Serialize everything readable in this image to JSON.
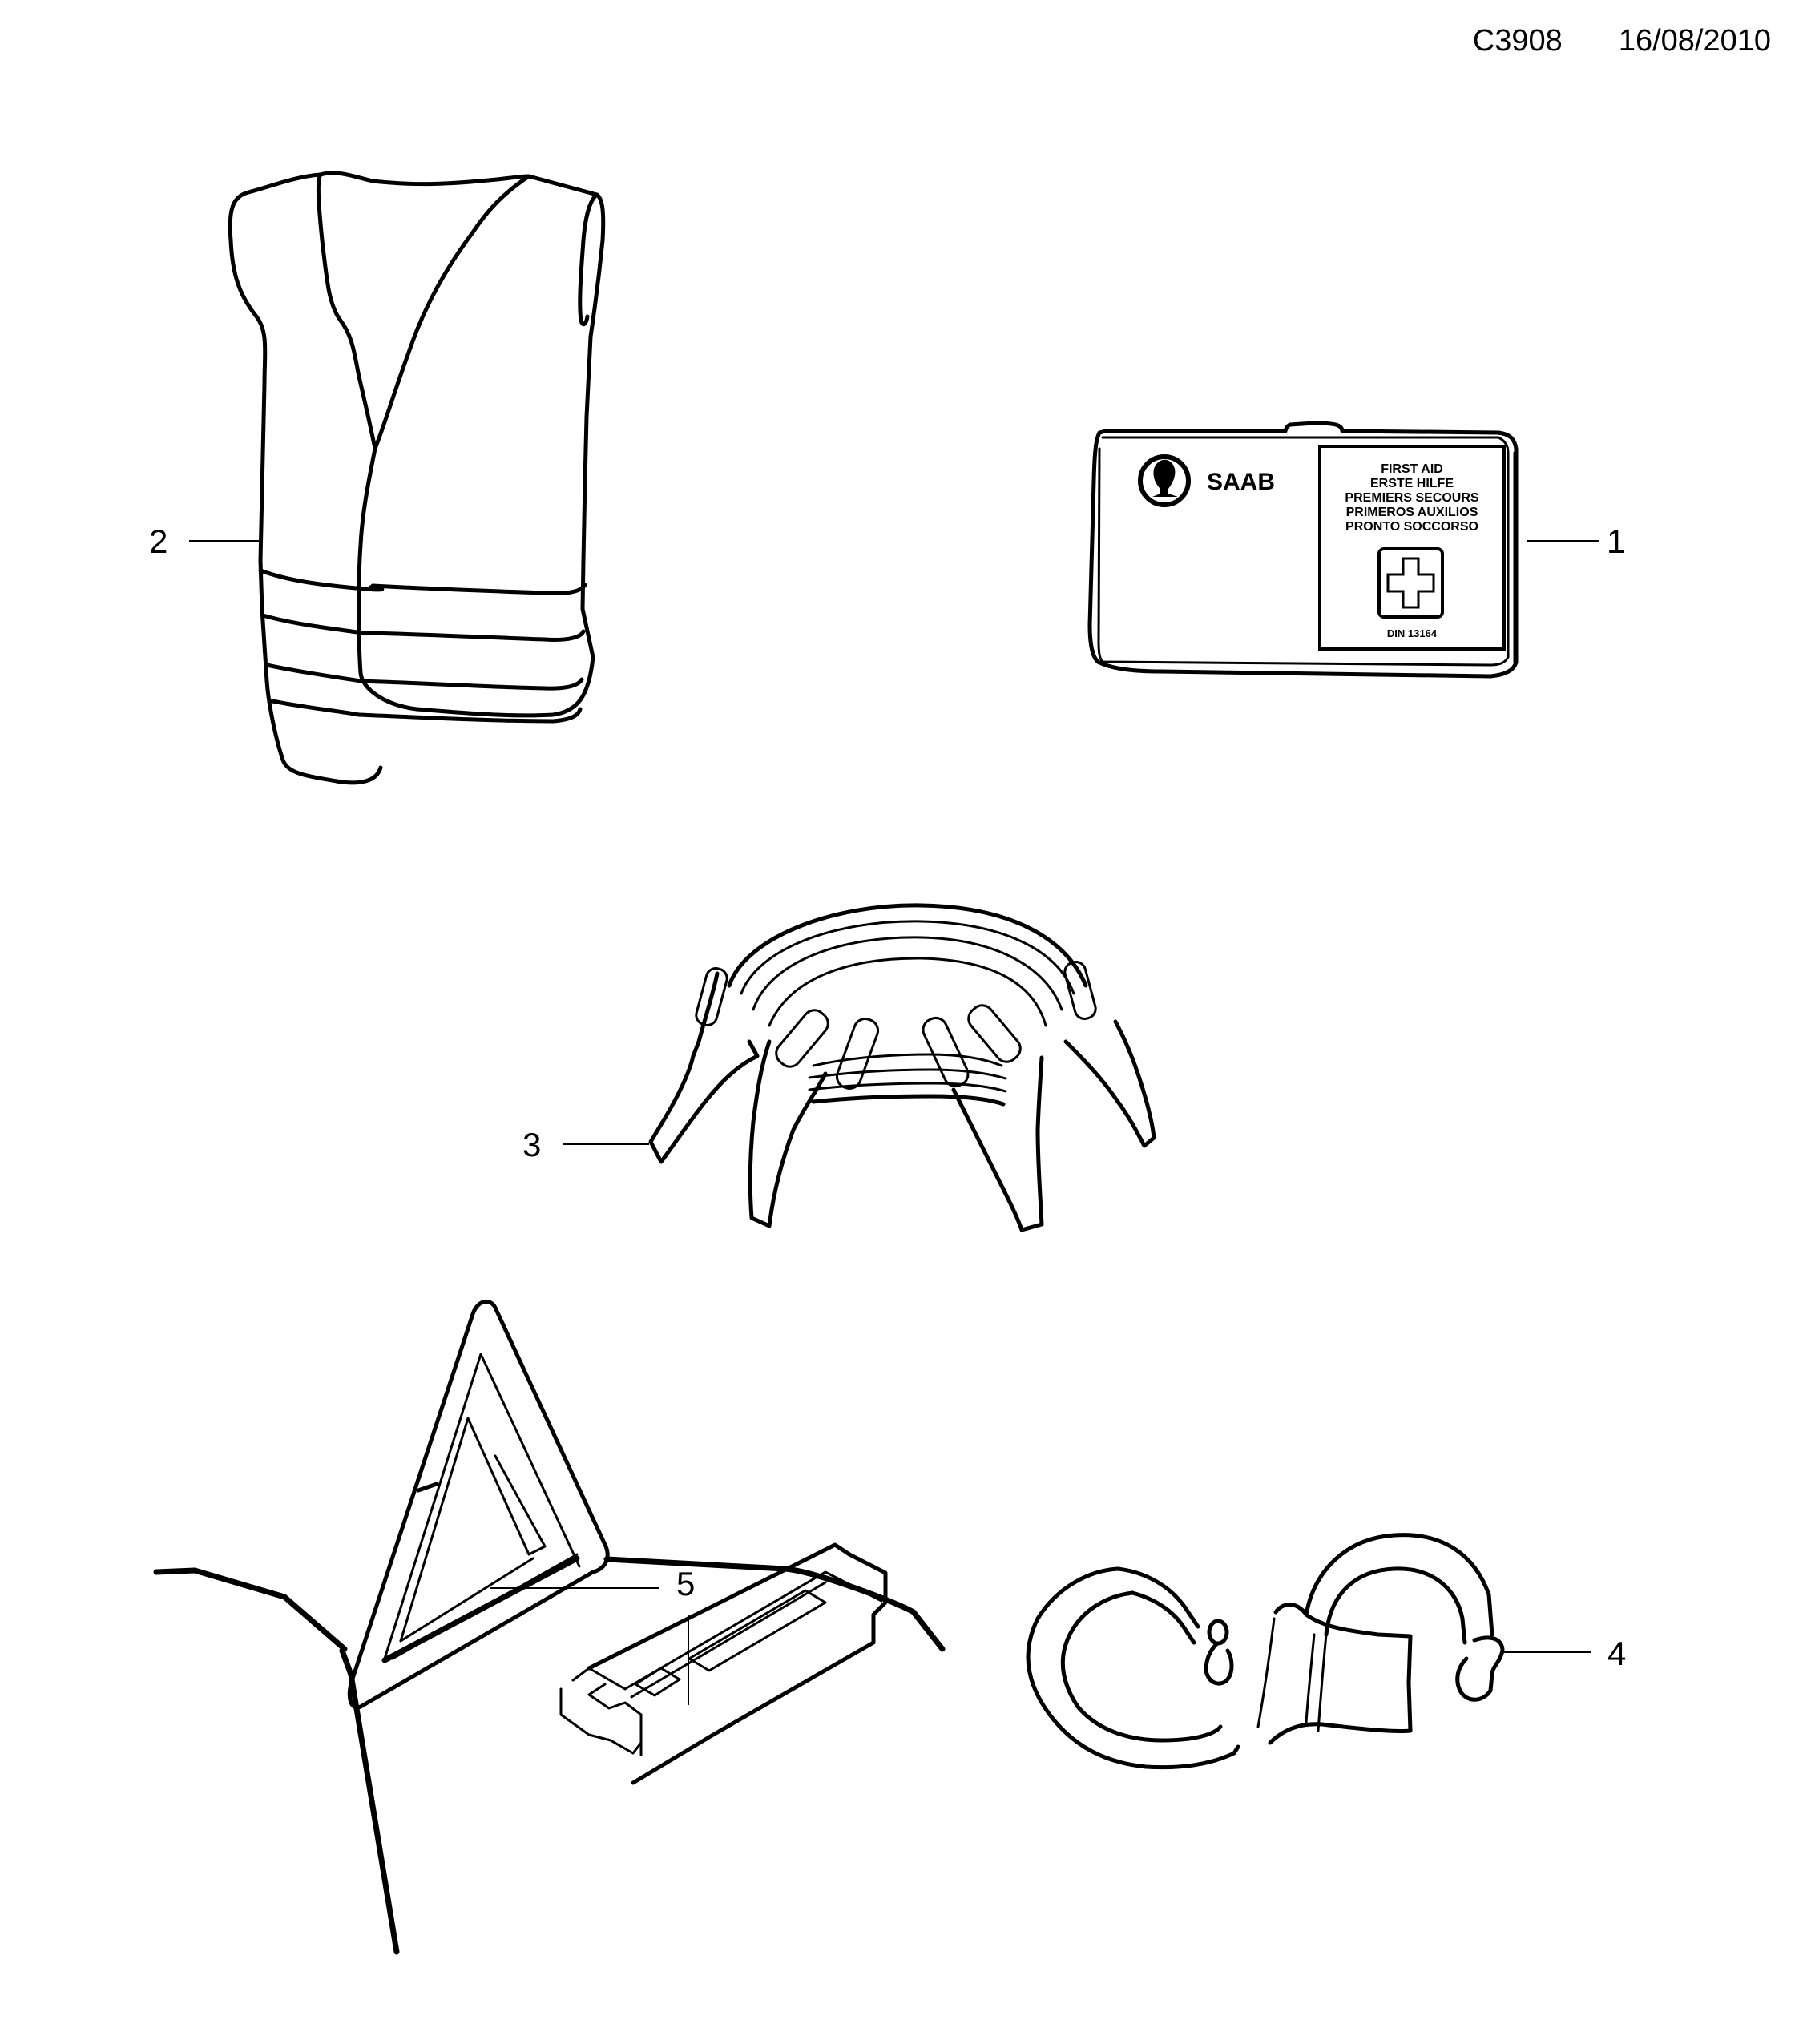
{
  "header": {
    "drawing_code": "C3908",
    "date": "16/08/2010"
  },
  "parts": [
    {
      "callout": "1",
      "item": "first-aid-kit"
    },
    {
      "callout": "2",
      "item": "reflective-safety-vest"
    },
    {
      "callout": "3",
      "item": "jumper-cables"
    },
    {
      "callout": "4",
      "item": "tow-rope"
    },
    {
      "callout": "5",
      "item": "warning-triangle"
    }
  ],
  "first_aid_kit": {
    "brand": "SAAB",
    "label_lines": [
      "FIRST AID",
      "ERSTE HILFE",
      "PREMIERS SECOURS",
      "PRIMEROS AUXILIOS",
      "PRONTO SOCCORSO"
    ],
    "standard": "DIN 13164"
  },
  "colors": {
    "line": "#000000",
    "background": "#ffffff"
  }
}
